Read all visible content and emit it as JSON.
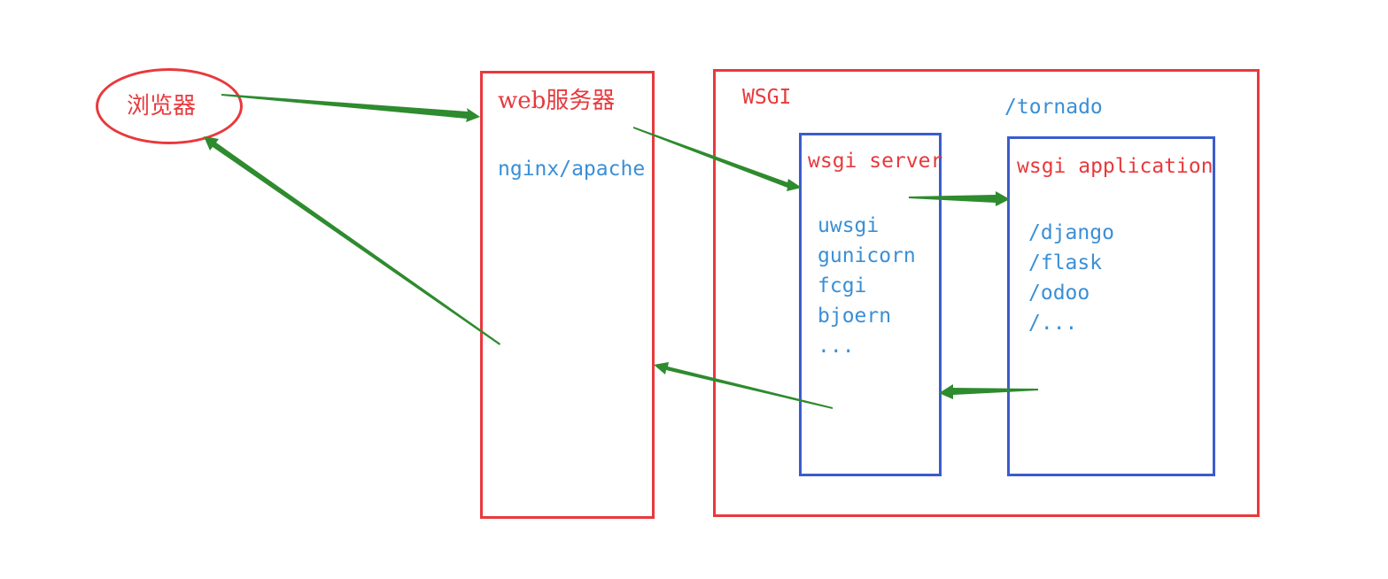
{
  "browser": {
    "label": "浏览器"
  },
  "web_server": {
    "title": "web服务器",
    "impl": "nginx/apache"
  },
  "wsgi": {
    "title": "WSGI",
    "tornado_label": "/tornado",
    "server": {
      "title": "wsgi server",
      "items": [
        "uwsgi",
        "gunicorn",
        "fcgi",
        "bjoern",
        "..."
      ]
    },
    "application": {
      "title": "wsgi application",
      "items": [
        "/django",
        "/flask",
        "/odoo",
        "/..."
      ]
    }
  },
  "colors": {
    "box_border": "#e8393d",
    "inner_border": "#3c5ccb",
    "title_text": "#e8393d",
    "item_text": "#3a8fd6",
    "arrow": "#2e8b2e"
  }
}
